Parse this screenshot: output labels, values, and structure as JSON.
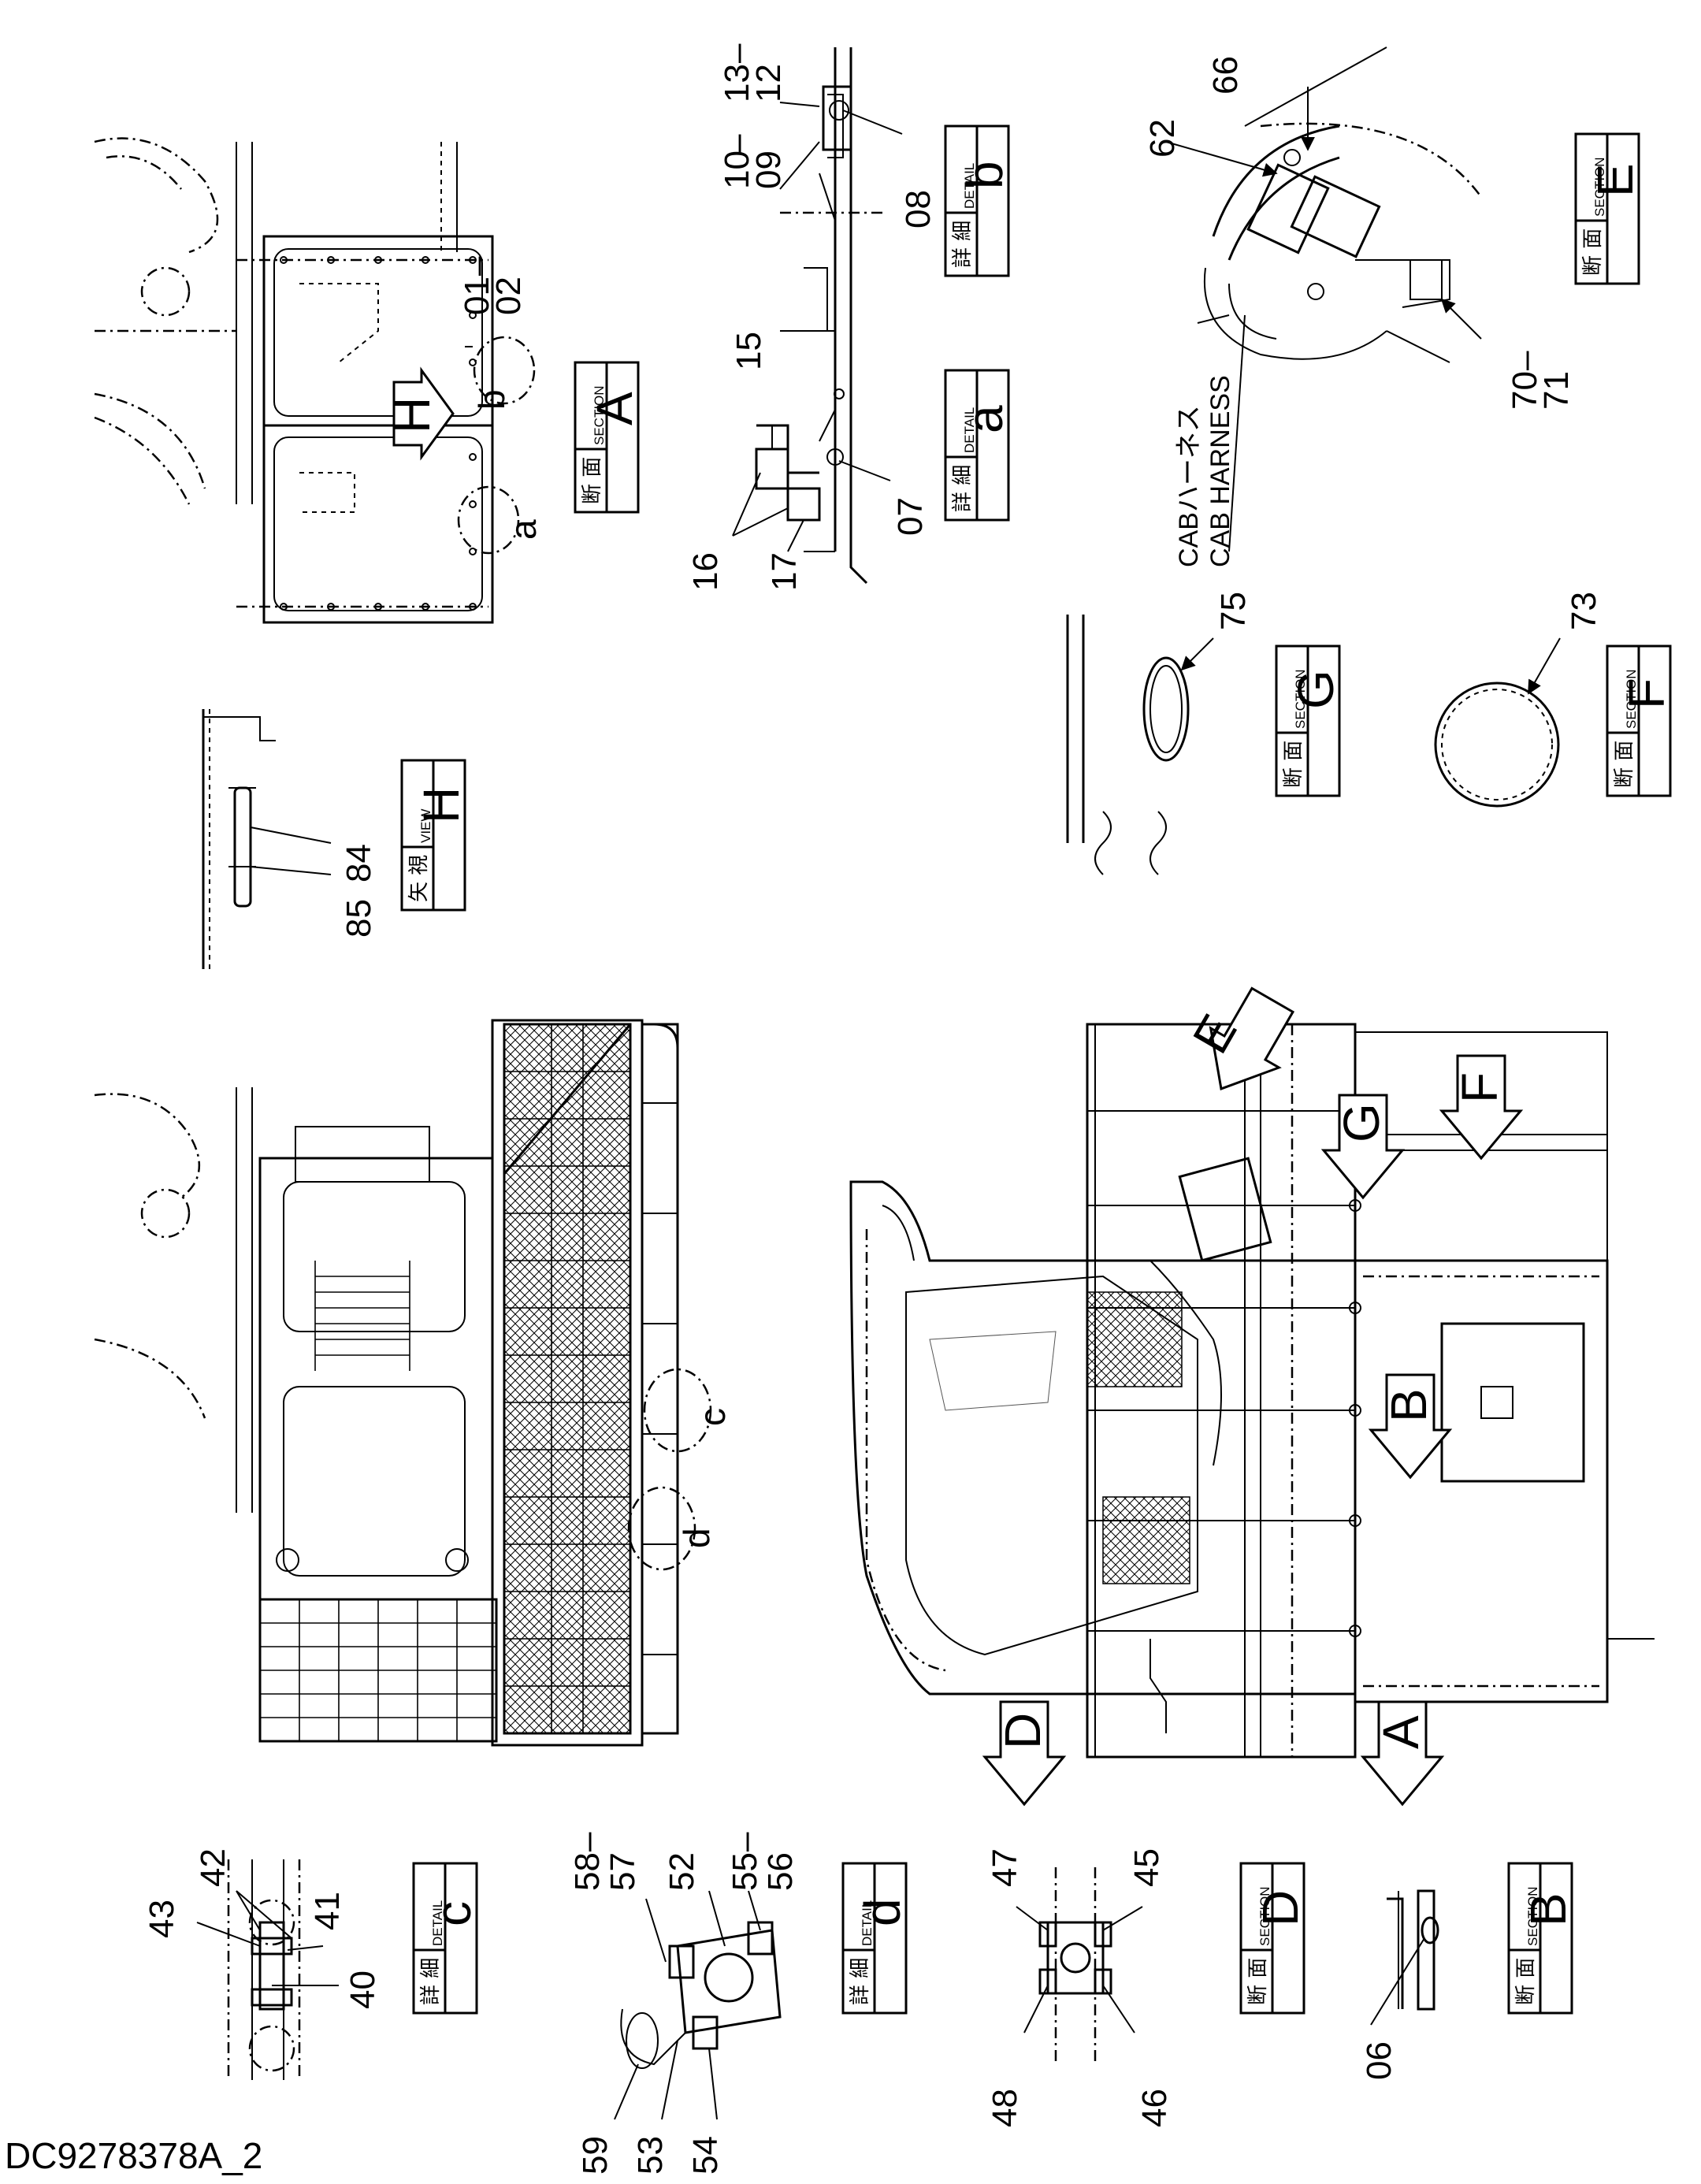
{
  "drawing_number": "DC9278378A_2",
  "harness_label_jp": "CABハーネス",
  "harness_label_en": "CAB HARNESS",
  "section_boxes": [
    {
      "id": "box-section-a",
      "jp": "断 面",
      "en": "SECTION",
      "letter": "A"
    },
    {
      "id": "box-detail-b",
      "jp": "詳 細",
      "en": "DETAIL",
      "letter": "b"
    },
    {
      "id": "box-detail-a",
      "jp": "詳 細",
      "en": "DETAIL",
      "letter": "a"
    },
    {
      "id": "box-section-e",
      "jp": "断 面",
      "en": "SECTION",
      "letter": "E"
    },
    {
      "id": "box-view-h",
      "jp": "矢 視",
      "en": "VIEW",
      "letter": "H"
    },
    {
      "id": "box-section-g",
      "jp": "断 面",
      "en": "SECTION",
      "letter": "G"
    },
    {
      "id": "box-section-f",
      "jp": "断 面",
      "en": "SECTION",
      "letter": "F"
    },
    {
      "id": "box-detail-c",
      "jp": "詳 細",
      "en": "DETAIL",
      "letter": "c"
    },
    {
      "id": "box-detail-d",
      "jp": "詳 細",
      "en": "DETAIL",
      "letter": "d"
    },
    {
      "id": "box-section-d",
      "jp": "断 面",
      "en": "SECTION",
      "letter": "D"
    },
    {
      "id": "box-section-b",
      "jp": "断 面",
      "en": "SECTION",
      "letter": "B"
    }
  ],
  "view_arrows": [
    "H",
    "E",
    "F",
    "G",
    "B",
    "A",
    "D"
  ],
  "detail_circles": [
    "a",
    "b",
    "c",
    "d"
  ],
  "part_numbers": [
    "01",
    "02",
    "06",
    "07",
    "08",
    "09",
    "10",
    "12",
    "13",
    "15",
    "16",
    "17",
    "40",
    "41",
    "42",
    "43",
    "45",
    "46",
    "47",
    "48",
    "52",
    "53",
    "54",
    "55",
    "56",
    "57",
    "58",
    "59",
    "62",
    "66",
    "70",
    "71",
    "73",
    "75",
    "84",
    "85"
  ]
}
